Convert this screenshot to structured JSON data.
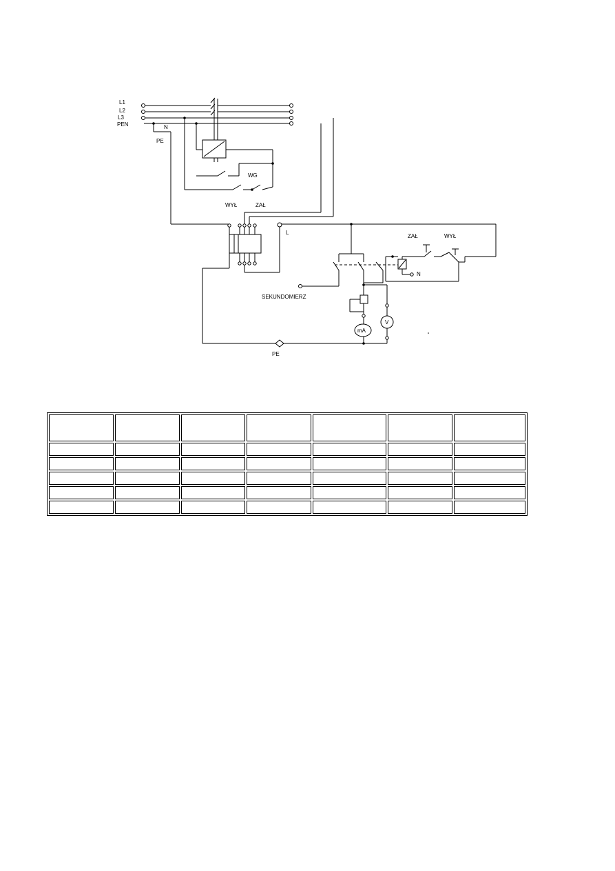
{
  "diagram": {
    "labels": {
      "l1": "L1",
      "l2": "L2",
      "l3": "L3",
      "pen": "PEN",
      "n_top": "N",
      "pe_top": "PE",
      "wg": "WG",
      "wyl_left": "WYŁ",
      "zal_left": "ZAŁ",
      "l_terminal": "L",
      "zal_right": "ZAŁ",
      "wyl_right": "WYŁ",
      "n_right": "N",
      "sekundomierz": "SEKUNDOMIERZ",
      "ma_meter": "mA",
      "v_meter": "V",
      "pe_bottom": "PE"
    }
  },
  "table": {
    "columns": 7,
    "header_rows": 1,
    "body_rows": 5,
    "cells": [
      [
        "",
        "",
        "",
        "",
        "",
        "",
        ""
      ],
      [
        "",
        "",
        "",
        "",
        "",
        "",
        ""
      ],
      [
        "",
        "",
        "",
        "",
        "",
        "",
        ""
      ],
      [
        "",
        "",
        "",
        "",
        "",
        "",
        ""
      ],
      [
        "",
        "",
        "",
        "",
        "",
        "",
        ""
      ],
      [
        "",
        "",
        "",
        "",
        "",
        "",
        ""
      ]
    ]
  }
}
